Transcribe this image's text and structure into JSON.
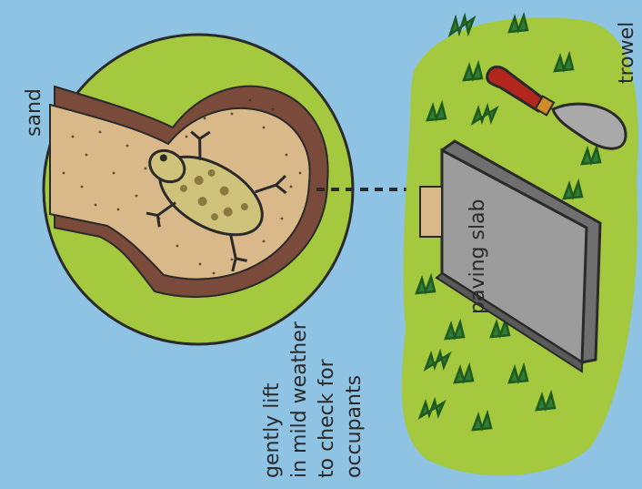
{
  "colors": {
    "background": "#8fc3e4",
    "grass": "#a4c93f",
    "soil": "#7a4a3a",
    "sand": "#d9b98a",
    "toad": "#cfc27a",
    "slab_top": "#9c9c9c",
    "slab_side": "#6f6f6f",
    "trowel_handle": "#b3261e",
    "outline": "#2a2a2a"
  },
  "labels": {
    "sand": "sand",
    "paving_slab": "paving slab",
    "trowel": "trowel",
    "instruction_line1": "gently lift",
    "instruction_line2": "in mild weather",
    "instruction_line3": "to check for",
    "instruction_line4": "occupants"
  },
  "icons": {
    "toad": "toad-icon",
    "trowel": "trowel-icon",
    "arrow": "dashed-arrow-icon"
  }
}
